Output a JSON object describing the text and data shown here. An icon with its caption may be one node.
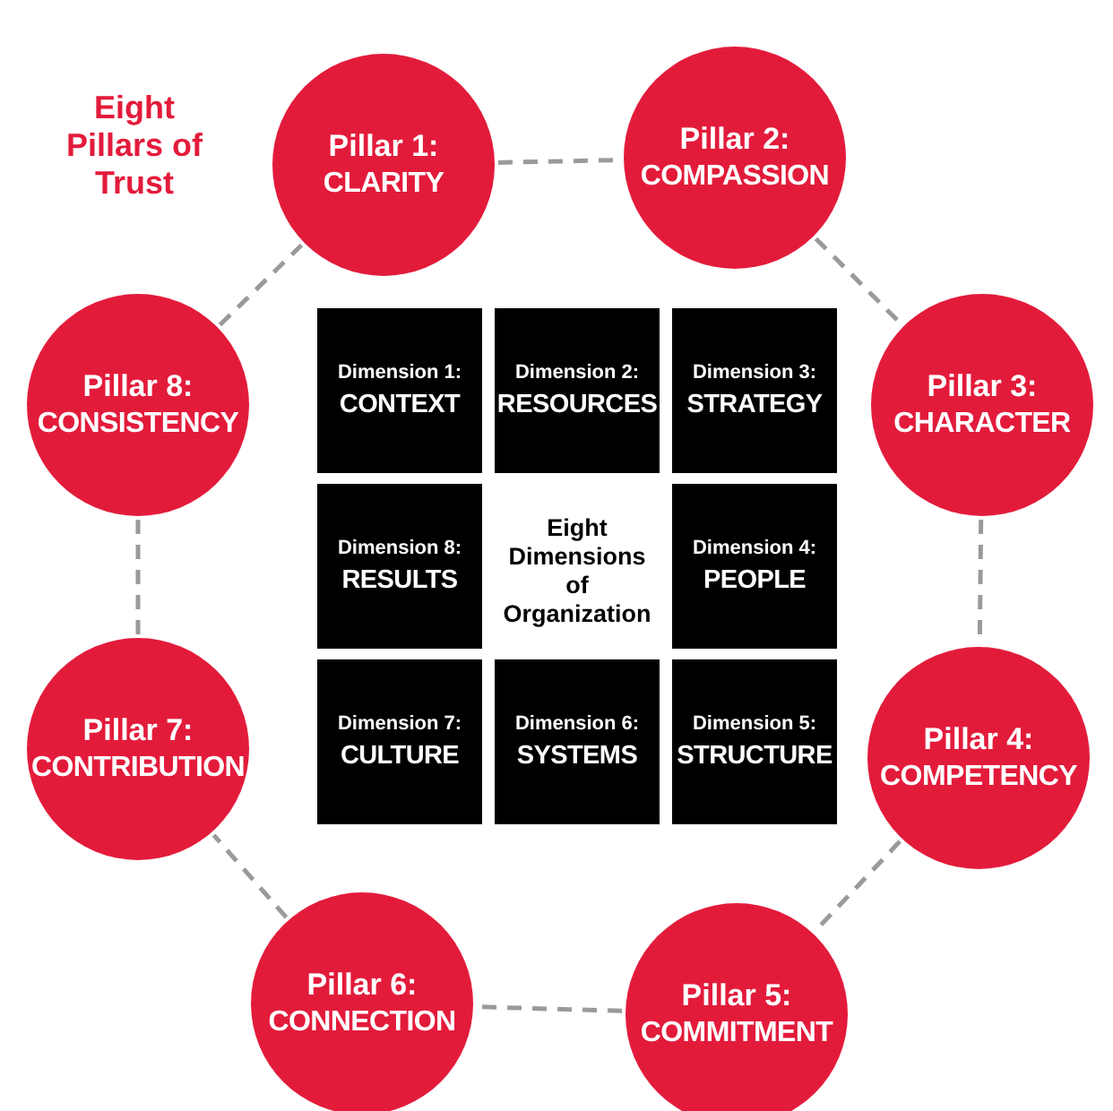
{
  "diagram": {
    "title": "Eight Pillars of Trust",
    "nodes": [
      {
        "text": [
          "Pillar 1:",
          "CLARITY"
        ]
      },
      {
        "text": [
          "Pillar 2:",
          "COMPASSION"
        ]
      },
      {
        "text": [
          "Pillar 3:",
          "CHARACTER"
        ]
      },
      {
        "text": [
          "Pillar 4:",
          "COMPETENCY"
        ]
      },
      {
        "text": [
          "Pillar 5:",
          "COMMITMENT"
        ]
      },
      {
        "text": [
          "Pillar 6:",
          "CONNECTION"
        ]
      },
      {
        "text": [
          "Pillar 7:",
          "CONTRIBUTION"
        ]
      },
      {
        "text": [
          "Pillar 8:",
          "CONSISTENCY"
        ]
      },
      {
        "text": [
          "Dimension 1:",
          "CONTEXT"
        ]
      },
      {
        "text": [
          "Dimension 2:",
          "RESOURCES"
        ]
      },
      {
        "text": [
          "Dimension 3:",
          "STRATEGY"
        ]
      },
      {
        "text": [
          "Dimension 4:",
          "PEOPLE"
        ]
      },
      {
        "text": [
          "Dimension 5:",
          "STRUCTURE"
        ]
      },
      {
        "text": [
          "Dimension 6:",
          "SYSTEMS"
        ]
      },
      {
        "text": [
          "Dimension 7:",
          "CULTURE"
        ]
      },
      {
        "text": [
          "Dimension 8:",
          "RESULTS"
        ]
      }
    ],
    "edges": [
      {
        "from": 0,
        "to": 1,
        "arrow": "none",
        "style": "dashed"
      },
      {
        "from": 1,
        "to": 2,
        "arrow": "none",
        "style": "dashed"
      },
      {
        "from": 2,
        "to": 3,
        "arrow": "none",
        "style": "dashed"
      },
      {
        "from": 3,
        "to": 4,
        "arrow": "none",
        "style": "dashed"
      },
      {
        "from": 4,
        "to": 5,
        "arrow": "none",
        "style": "dashed"
      },
      {
        "from": 5,
        "to": 6,
        "arrow": "none",
        "style": "dashed"
      },
      {
        "from": 6,
        "to": 7,
        "arrow": "none",
        "style": "dashed"
      },
      {
        "from": 7,
        "to": 0,
        "arrow": "none",
        "style": "dashed"
      }
    ],
    "labels": [
      "Eight Dimensions of Organization"
    ]
  }
}
